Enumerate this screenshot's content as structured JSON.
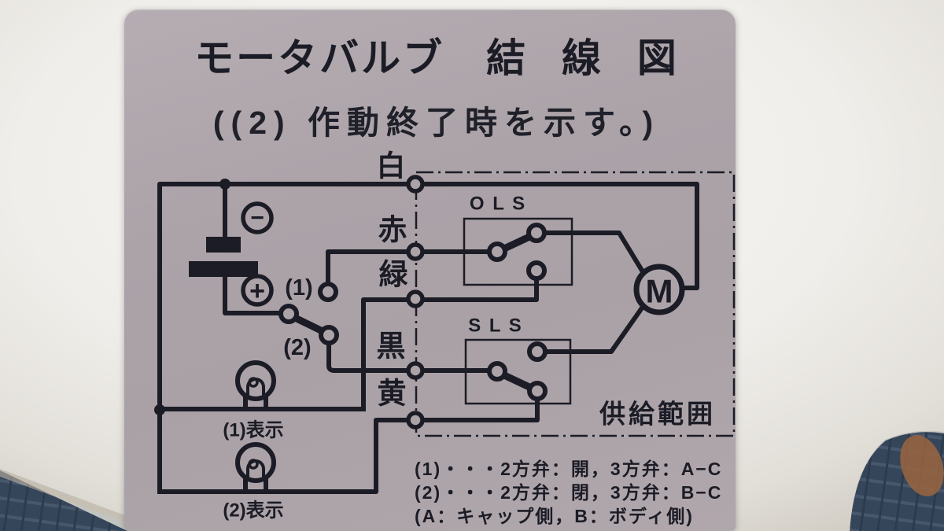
{
  "photo": {
    "scene_description": "wiring diagram label on white motor valve body, dark woven fabric visible at lower corners"
  },
  "colors": {
    "ink": "#1c1c26",
    "sticker": "#aba3a8",
    "valve_body": "#f4f3ef",
    "surface": "#c2c4c1",
    "fabric": "#36465a",
    "fabric_patch": "#9a6540"
  },
  "label": {
    "title": "モータバルブ　結 線 図",
    "subtitle": "((2) 作動終了時を示す。)",
    "wires": {
      "white": "白",
      "red": "赤",
      "green": "緑",
      "black": "黒",
      "yellow": "黄"
    },
    "limit_switches": {
      "ols": "O L S",
      "sls": "S L S"
    },
    "motor": "M",
    "battery": {
      "minus": "−",
      "plus": "+"
    },
    "switch_positions": {
      "p1": "(1)",
      "p2": "(2)"
    },
    "indicator_lamps": {
      "lamp1": "(1)表示",
      "lamp2": "(2)表示"
    },
    "supply_range": "供給範囲",
    "notes": {
      "line1": "(1)・・・2方弁：開，3方弁：A−C",
      "line2": "(2)・・・2方弁：閉，3方弁：B−C",
      "line3": "(A：キャップ側，B：ボディ側)"
    }
  }
}
